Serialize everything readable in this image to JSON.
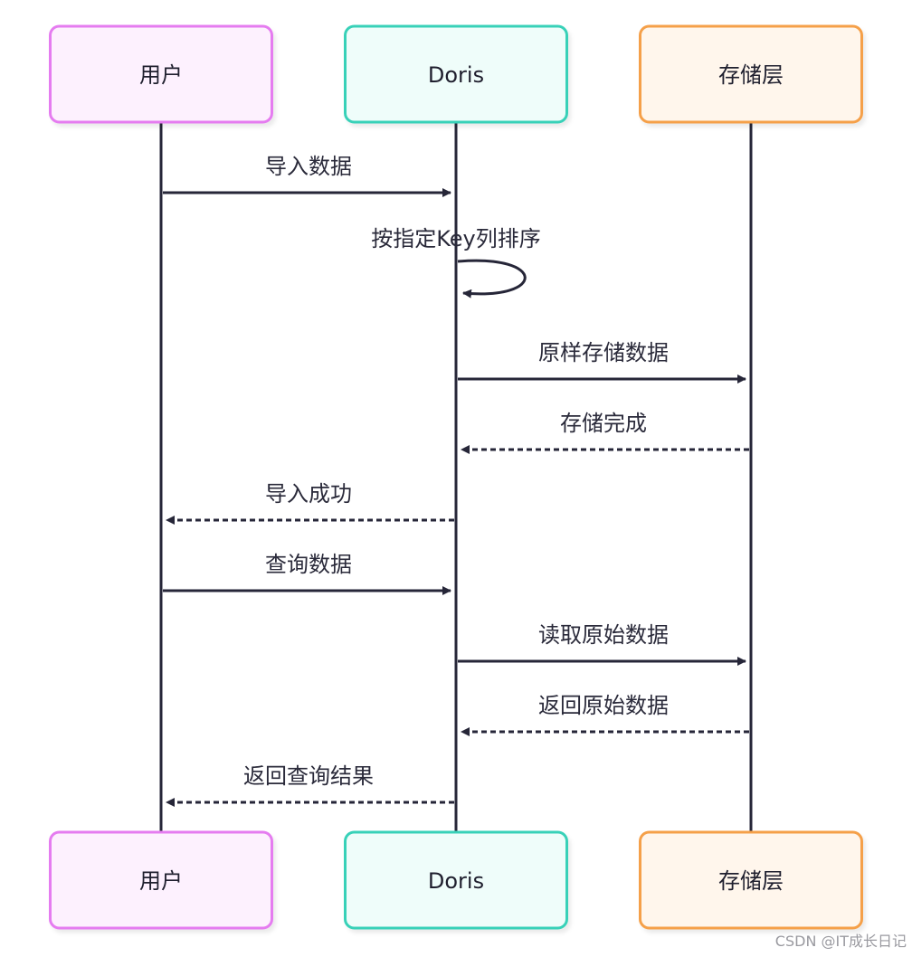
{
  "actors": [
    {
      "id": "user",
      "label": "用户",
      "stroke": "#e57cf0",
      "fill": "#fdf1fe"
    },
    {
      "id": "doris",
      "label": "Doris",
      "stroke": "#38d1b8",
      "fill": "#effdfa"
    },
    {
      "id": "storage",
      "label": "存储层",
      "stroke": "#f5a04a",
      "fill": "#fff6ec"
    }
  ],
  "messages": [
    {
      "from": "user",
      "to": "doris",
      "label": "导入数据",
      "style": "solid"
    },
    {
      "from": "doris",
      "to": "doris",
      "label": "按指定Key列排序",
      "style": "self"
    },
    {
      "from": "doris",
      "to": "storage",
      "label": "原样存储数据",
      "style": "solid"
    },
    {
      "from": "storage",
      "to": "doris",
      "label": "存储完成",
      "style": "dashed"
    },
    {
      "from": "doris",
      "to": "user",
      "label": "导入成功",
      "style": "dashed"
    },
    {
      "from": "user",
      "to": "doris",
      "label": "查询数据",
      "style": "solid"
    },
    {
      "from": "doris",
      "to": "storage",
      "label": "读取原始数据",
      "style": "solid"
    },
    {
      "from": "storage",
      "to": "doris",
      "label": "返回原始数据",
      "style": "dashed"
    },
    {
      "from": "doris",
      "to": "user",
      "label": "返回查询结果",
      "style": "dashed"
    }
  ],
  "colors": {
    "line": "#262638",
    "text": "#2a2a3a"
  },
  "watermark": "CSDN @IT成长日记"
}
